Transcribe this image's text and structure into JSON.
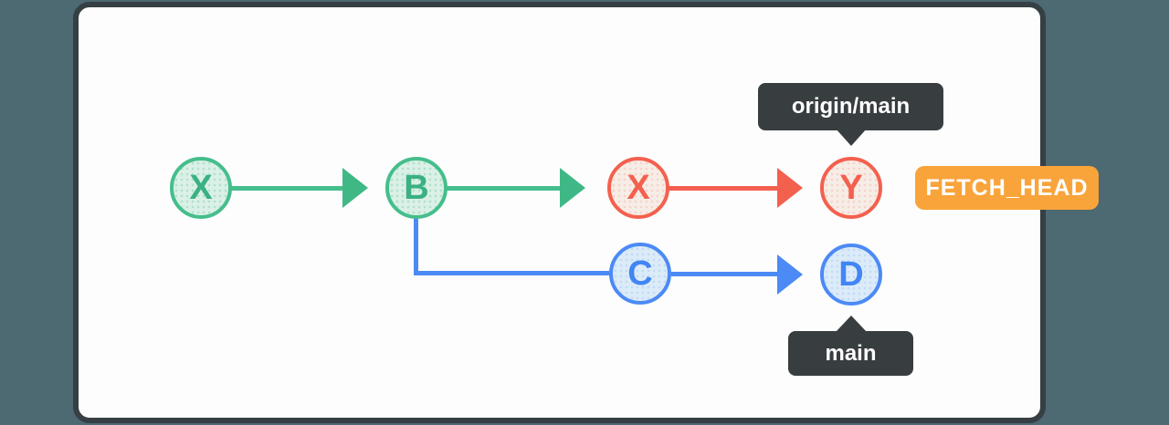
{
  "scene": {
    "background_color": "#4D6971",
    "panel_fill": "#FDFDFD",
    "panel_border_color": "#363F44"
  },
  "graph": {
    "nodes": [
      {
        "label": "X",
        "branch": "green"
      },
      {
        "label": "B",
        "branch": "green"
      },
      {
        "label": "X",
        "branch": "red"
      },
      {
        "label": "Y",
        "branch": "red"
      },
      {
        "label": "C",
        "branch": "blue"
      },
      {
        "label": "D",
        "branch": "blue"
      }
    ],
    "edges": [
      {
        "from": "X",
        "to": "B",
        "color": "#45BE8C"
      },
      {
        "from": "B",
        "to": "X",
        "color": "#45BE8C"
      },
      {
        "from": "X",
        "to": "Y",
        "color": "#F4604E"
      },
      {
        "from": "B",
        "to": "C",
        "color": "#4C8AF5"
      },
      {
        "from": "C",
        "to": "D",
        "color": "#4C8AF5"
      }
    ],
    "colors": {
      "green": "#45BE8C",
      "red": "#F4604E",
      "blue": "#4C8AF5"
    }
  },
  "annotations": {
    "origin_main_tooltip": "origin/main",
    "main_tooltip": "main",
    "fetch_head_badge": "FETCH_HEAD",
    "tooltip_color": "#383D40",
    "badge_color": "#F9A43B"
  }
}
